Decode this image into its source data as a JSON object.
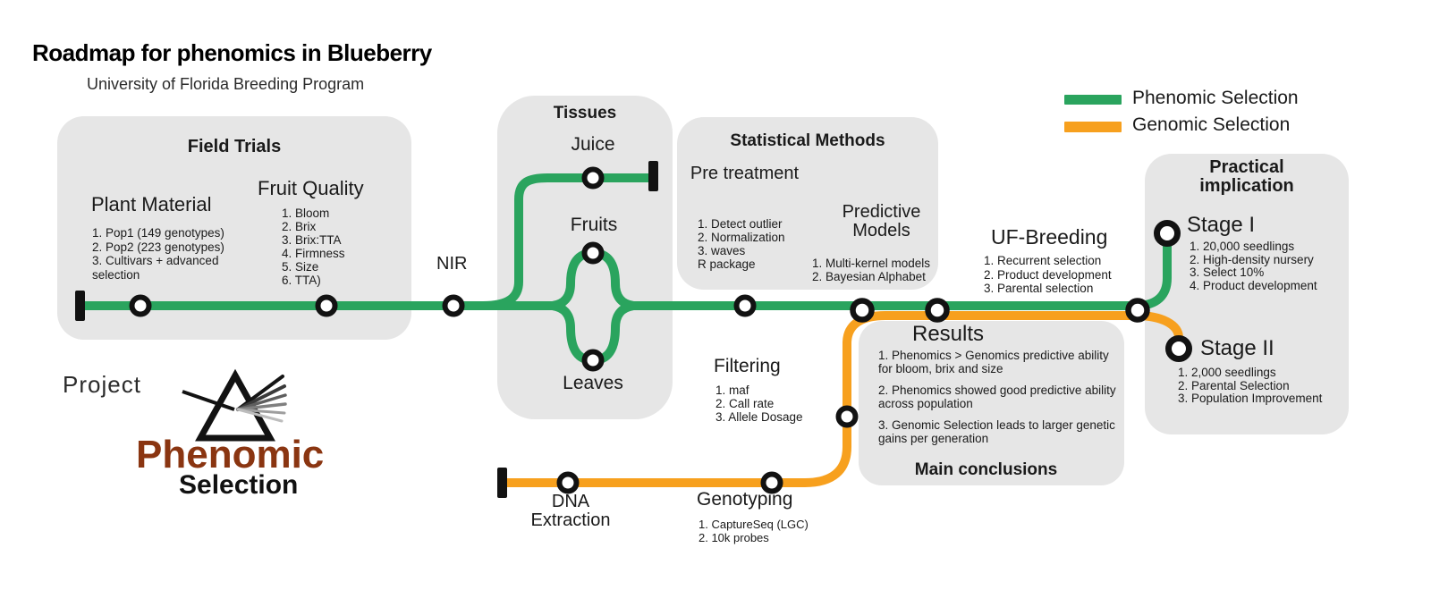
{
  "title": "Roadmap for phenomics in Blueberry",
  "subtitle": "University of Florida Breeding Program",
  "colors": {
    "phenomic_green": "#2aa45e",
    "genomic_orange": "#f7a01e",
    "panel_gray": "#e6e6e6",
    "brand_brown": "#8a3511",
    "line_black": "#121212"
  },
  "legend": {
    "phenomic": {
      "label": "Phenomic Selection",
      "color": "#2aa45e"
    },
    "genomic": {
      "label": "Genomic Selection",
      "color": "#f7a01e"
    }
  },
  "field_trials": {
    "title": "Field Trials",
    "plant_material": {
      "title": "Plant Material",
      "items": [
        "1. Pop1 (149 genotypes)",
        "2. Pop2 (223 genotypes)",
        "3. Cultivars + advanced selection"
      ]
    },
    "fruit_quality": {
      "title": "Fruit Quality",
      "items": [
        "1. Bloom",
        "2. Brix",
        "3. Brix:TTA",
        "4. Firmness",
        "5. Size",
        "6. TTA)"
      ]
    }
  },
  "nir": {
    "label": "NIR"
  },
  "tissues": {
    "title": "Tissues",
    "juice": "Juice",
    "fruits": "Fruits",
    "leaves": "Leaves"
  },
  "statistical_methods": {
    "title": "Statistical Methods",
    "pre_treatment": {
      "title": "Pre treatment",
      "items": [
        "1. Detect outlier",
        "2. Normalization",
        "3. waves",
        "R package"
      ]
    },
    "predictive_models": {
      "title": "Predictive Models",
      "items": [
        "1. Multi-kernel models",
        "2. Bayesian Alphabet"
      ]
    }
  },
  "uf_breeding": {
    "title": "UF-Breeding",
    "items": [
      "1. Recurrent selection",
      "2. Product development",
      "3. Parental selection"
    ]
  },
  "results": {
    "title": "Results",
    "items": [
      "1. Phenomics > Genomics predictive ability for bloom, brix and size",
      "2. Phenomics showed good predictive ability across population",
      "3. Genomic Selection leads to larger genetic gains per generation"
    ],
    "footer": "Main conclusions"
  },
  "genomic_path": {
    "dna_extraction": "DNA Extraction",
    "genotyping": {
      "title": "Genotyping",
      "items": [
        "1. CaptureSeq (LGC)",
        "2. 10k probes"
      ]
    },
    "filtering": {
      "title": "Filtering",
      "items": [
        "1. maf",
        "2. Call rate",
        "3. Allele Dosage"
      ]
    }
  },
  "practical_implication": {
    "title": "Practical implication",
    "stage1": {
      "title": "Stage I",
      "items": [
        "1. 20,000 seedlings",
        "2. High-density nursery",
        "3. Select 10%",
        "4. Product development"
      ]
    },
    "stage2": {
      "title": "Stage II",
      "items": [
        "1. 2,000 seedlings",
        "2. Parental Selection",
        "3. Population Improvement"
      ]
    }
  },
  "project": {
    "label": "Project",
    "name_line1": "Phenomic",
    "name_line2": "Selection"
  }
}
